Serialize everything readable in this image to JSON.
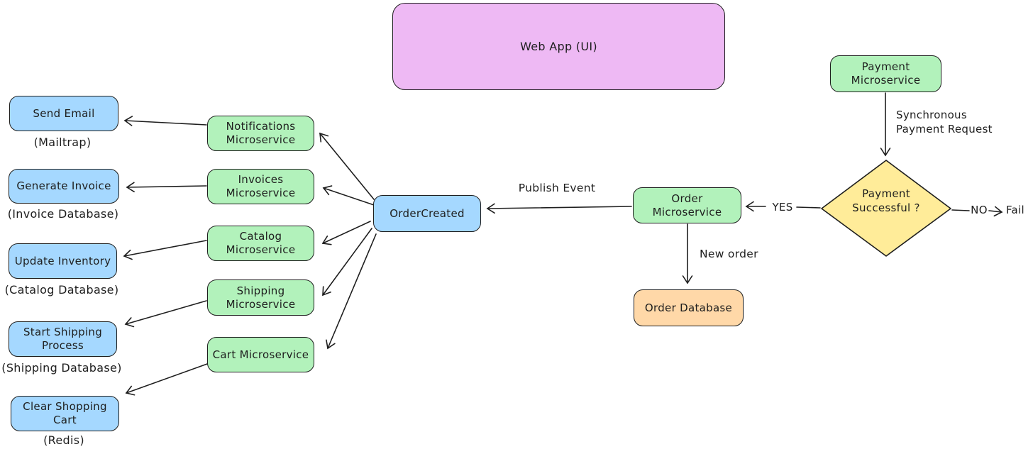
{
  "palette": {
    "purple": "#eeb9f4",
    "green": "#b2f2bb",
    "blue": "#a5d8ff",
    "yellow": "#ffec99",
    "orange": "#ffd8a8",
    "stroke": "#1e1e1e",
    "background": "#ffffff"
  },
  "nodes": {
    "web_app": {
      "label": "Web App (UI)"
    },
    "payment_ms": {
      "label": "Payment Microservice"
    },
    "payment_decision": {
      "label": "Payment Successful ?"
    },
    "order_ms": {
      "label": "Order Microservice"
    },
    "order_db": {
      "label": "Order Database"
    },
    "order_created": {
      "label": "OrderCreated"
    },
    "notifications_ms": {
      "label": "Notifications Microservice"
    },
    "invoices_ms": {
      "label": "Invoices Microservice"
    },
    "catalog_ms": {
      "label": "Catalog Microservice"
    },
    "shipping_ms": {
      "label": "Shipping Microservice"
    },
    "cart_ms": {
      "label": "Cart Microservice"
    },
    "send_email": {
      "label": "Send Email",
      "caption": "(Mailtrap)"
    },
    "generate_invoice": {
      "label": "Generate Invoice",
      "caption": "(Invoice Database)"
    },
    "update_inventory": {
      "label": "Update Inventory",
      "caption": "(Catalog Database)"
    },
    "start_shipping": {
      "label": "Start Shipping Process",
      "caption": "(Shipping Database)"
    },
    "clear_cart": {
      "label": "Clear Shopping Cart",
      "caption": "(Redis)"
    }
  },
  "edge_labels": {
    "sync_payment": "Synchronous Payment Request",
    "yes": "YES",
    "no": "NO",
    "fail": "Fail",
    "publish_event": "Publish Event",
    "new_order": "New order"
  },
  "connections": [
    {
      "from": "payment_ms",
      "to": "payment_decision",
      "label": "Synchronous Payment Request"
    },
    {
      "from": "payment_decision",
      "to": "order_ms",
      "label": "YES"
    },
    {
      "from": "payment_decision",
      "to": "fail",
      "label": "NO"
    },
    {
      "from": "order_ms",
      "to": "order_created",
      "label": "Publish Event"
    },
    {
      "from": "order_ms",
      "to": "order_db",
      "label": "New order"
    },
    {
      "from": "order_created",
      "to": "notifications_ms",
      "label": ""
    },
    {
      "from": "order_created",
      "to": "invoices_ms",
      "label": ""
    },
    {
      "from": "order_created",
      "to": "catalog_ms",
      "label": ""
    },
    {
      "from": "order_created",
      "to": "shipping_ms",
      "label": ""
    },
    {
      "from": "order_created",
      "to": "cart_ms",
      "label": ""
    },
    {
      "from": "notifications_ms",
      "to": "send_email",
      "label": ""
    },
    {
      "from": "invoices_ms",
      "to": "generate_invoice",
      "label": ""
    },
    {
      "from": "catalog_ms",
      "to": "update_inventory",
      "label": ""
    },
    {
      "from": "shipping_ms",
      "to": "start_shipping",
      "label": ""
    },
    {
      "from": "cart_ms",
      "to": "clear_cart",
      "label": ""
    }
  ]
}
